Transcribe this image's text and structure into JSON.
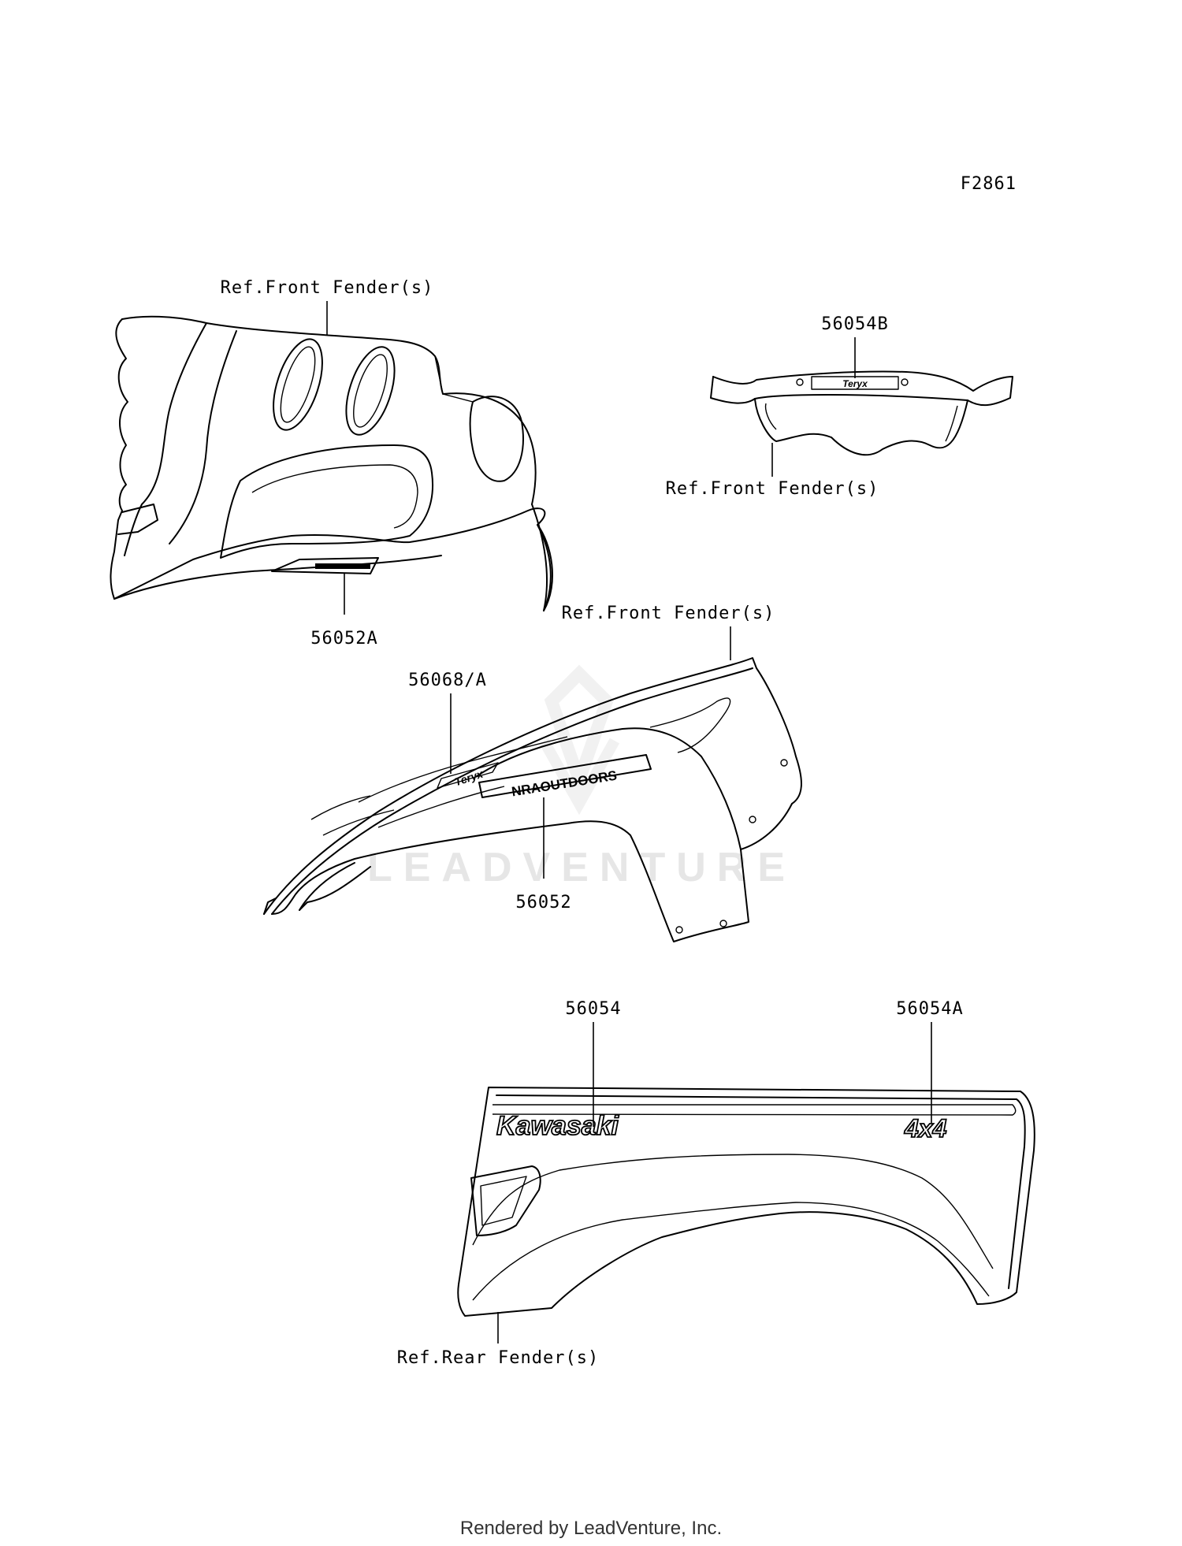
{
  "figure_code": "F2861",
  "labels": {
    "ref_front_fender_1": "Ref.Front Fender(s)",
    "ref_front_fender_2": "Ref.Front Fender(s)",
    "ref_front_fender_3": "Ref.Front Fender(s)",
    "ref_rear_fender": "Ref.Rear Fender(s)"
  },
  "parts": {
    "p56054B": "56054B",
    "p56052A": "56052A",
    "p56068A": "56068/A",
    "p56052": "56052",
    "p56054": "56054",
    "p56054A": "56054A"
  },
  "decals": {
    "kawasaki": "Kawasaki",
    "four_by_four": "4x4",
    "nra_outdoors": "NRAOUTDOORS"
  },
  "watermark": "LEADVENTURE",
  "footer": "Rendered by LeadVenture, Inc."
}
